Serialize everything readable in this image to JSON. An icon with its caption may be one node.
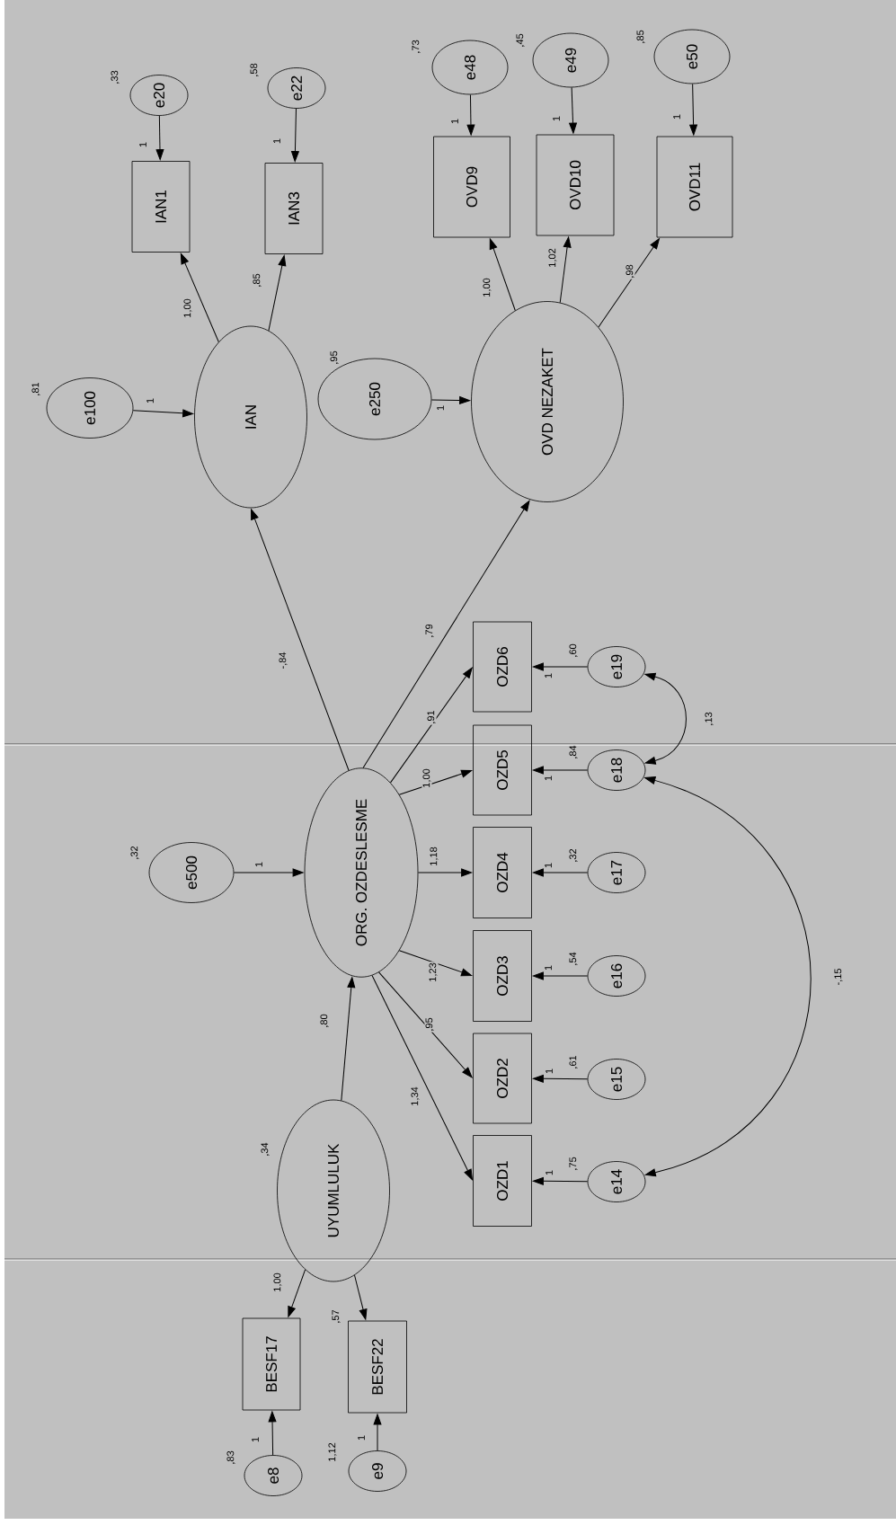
{
  "diagram": {
    "nodes": [
      {
        "text": [
          "e20"
        ],
        "beside": [
          ",33"
        ]
      },
      {
        "text": [
          "e22"
        ],
        "beside": [
          ",58"
        ]
      },
      {
        "text": [
          "e48"
        ],
        "beside": [
          ",73"
        ]
      },
      {
        "text": [
          "e49"
        ],
        "beside": [
          ",45"
        ]
      },
      {
        "text": [
          "e50"
        ],
        "beside": [
          ",85"
        ]
      },
      {
        "text": [
          "IAN1"
        ]
      },
      {
        "text": [
          "IAN3"
        ]
      },
      {
        "text": [
          "OVD9"
        ]
      },
      {
        "text": [
          "OVD10"
        ]
      },
      {
        "text": [
          "OVD11"
        ]
      },
      {
        "text": [
          "e100"
        ],
        "beside": [
          ",81"
        ]
      },
      {
        "text": [
          "IAN"
        ]
      },
      {
        "text": [
          "e250"
        ],
        "beside": [
          ",95"
        ]
      },
      {
        "text": [
          "OVD NEZAKET"
        ]
      },
      {
        "text": [
          "e500"
        ],
        "beside": [
          ",32"
        ]
      },
      {
        "text": [
          "ORG. OZDESLESME"
        ]
      },
      {
        "text": [
          "OZD6"
        ]
      },
      {
        "text": [
          "OZD5"
        ]
      },
      {
        "text": [
          "OZD4"
        ]
      },
      {
        "text": [
          "OZD3"
        ]
      },
      {
        "text": [
          "OZD2"
        ]
      },
      {
        "text": [
          "OZD1"
        ]
      },
      {
        "text": [
          "e19"
        ],
        "beside": [
          ",60"
        ]
      },
      {
        "text": [
          "e18"
        ],
        "beside": [
          ",84"
        ]
      },
      {
        "text": [
          "e17"
        ],
        "beside": [
          ",32"
        ]
      },
      {
        "text": [
          "e16"
        ],
        "beside": [
          ",54"
        ]
      },
      {
        "text": [
          "e15"
        ],
        "beside": [
          ",61"
        ]
      },
      {
        "text": [
          "e14"
        ],
        "beside": [
          ",75"
        ]
      },
      {
        "text": [
          "UYUMLULUK"
        ],
        "beside": [
          ",34"
        ]
      },
      {
        "text": [
          "BESF17"
        ]
      },
      {
        "text": [
          "BESF22"
        ]
      },
      {
        "text": [
          "e8"
        ],
        "beside": [
          ",83"
        ]
      },
      {
        "text": [
          "e9"
        ],
        "beside": [
          "1,12"
        ]
      }
    ],
    "edges": [
      {
        "from": 0,
        "to": 5,
        "arrow": "to",
        "label": "1"
      },
      {
        "from": 1,
        "to": 6,
        "arrow": "to",
        "label": "1"
      },
      {
        "from": 2,
        "to": 7,
        "arrow": "to",
        "label": "1"
      },
      {
        "from": 3,
        "to": 8,
        "arrow": "to",
        "label": "1"
      },
      {
        "from": 4,
        "to": 9,
        "arrow": "to",
        "label": "1"
      },
      {
        "from": 11,
        "to": 5,
        "arrow": "to",
        "label": "1,00"
      },
      {
        "from": 11,
        "to": 6,
        "arrow": "to",
        "label": ",85"
      },
      {
        "from": 13,
        "to": 7,
        "arrow": "to",
        "label": "1,00"
      },
      {
        "from": 13,
        "to": 8,
        "arrow": "to",
        "label": "1,02"
      },
      {
        "from": 13,
        "to": 9,
        "arrow": "to",
        "label": ",98"
      },
      {
        "from": 10,
        "to": 11,
        "arrow": "to",
        "label": "1"
      },
      {
        "from": 12,
        "to": 13,
        "arrow": "to",
        "label": "1"
      },
      {
        "from": 15,
        "to": 11,
        "arrow": "to",
        "label": "-,84"
      },
      {
        "from": 15,
        "to": 13,
        "arrow": "to",
        "label": ",79"
      },
      {
        "from": 14,
        "to": 15,
        "arrow": "to",
        "label": "1"
      },
      {
        "from": 15,
        "to": 16,
        "arrow": "to",
        "label": ",91"
      },
      {
        "from": 15,
        "to": 17,
        "arrow": "to",
        "label": "1,00"
      },
      {
        "from": 15,
        "to": 18,
        "arrow": "to",
        "label": "1,18"
      },
      {
        "from": 15,
        "to": 19,
        "arrow": "to",
        "label": "1,23"
      },
      {
        "from": 15,
        "to": 20,
        "arrow": "to",
        "label": ",95"
      },
      {
        "from": 15,
        "to": 21,
        "arrow": "to",
        "label": "1,34"
      },
      {
        "from": 22,
        "to": 16,
        "arrow": "to",
        "label": "1"
      },
      {
        "from": 23,
        "to": 17,
        "arrow": "to",
        "label": "1"
      },
      {
        "from": 24,
        "to": 18,
        "arrow": "to",
        "label": "1"
      },
      {
        "from": 25,
        "to": 19,
        "arrow": "to",
        "label": "1"
      },
      {
        "from": 26,
        "to": 20,
        "arrow": "to",
        "label": "1"
      },
      {
        "from": 27,
        "to": 21,
        "arrow": "to",
        "label": "1"
      },
      {
        "from": 22,
        "to": 23,
        "arrow": "both",
        "label": ",13"
      },
      {
        "from": 23,
        "to": 27,
        "arrow": "both",
        "label": "-,15"
      },
      {
        "from": 28,
        "to": 15,
        "arrow": "to",
        "label": ",80"
      },
      {
        "from": 28,
        "to": 29,
        "arrow": "to",
        "label": "1,00"
      },
      {
        "from": 28,
        "to": 30,
        "arrow": "to",
        "label": ",57"
      },
      {
        "from": 31,
        "to": 29,
        "arrow": "to",
        "label": "1"
      },
      {
        "from": 32,
        "to": 30,
        "arrow": "to",
        "label": "1"
      }
    ]
  }
}
